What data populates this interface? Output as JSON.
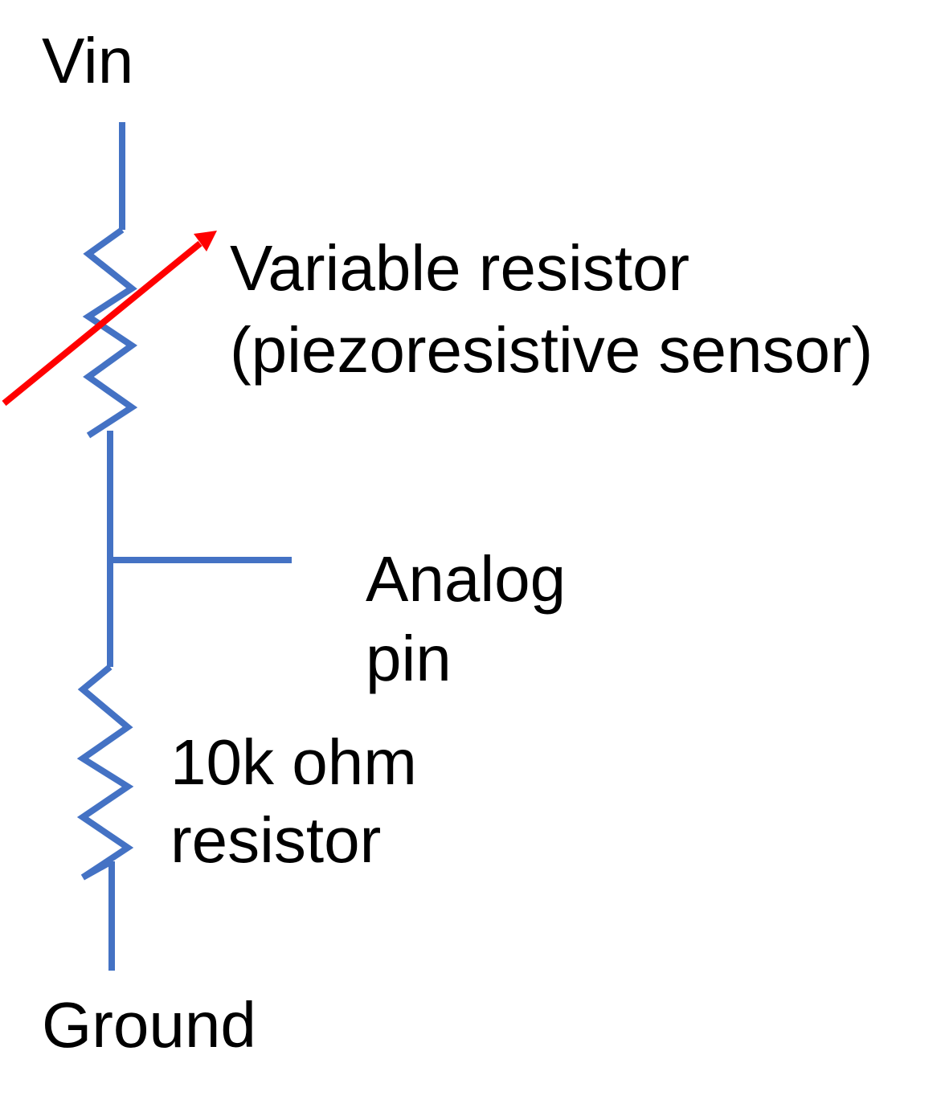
{
  "colors": {
    "wire": "#4472C4",
    "arrow": "#FF0000",
    "text": "#000000",
    "background": "#FFFFFF"
  },
  "labels": {
    "vin": "Vin",
    "variable_resistor_line1": "Variable resistor",
    "variable_resistor_line2": "(piezoresistive sensor)",
    "analog_line1": "Analog",
    "analog_line2": "pin",
    "fixed_resistor_line1": "10k ohm",
    "fixed_resistor_line2": "resistor",
    "ground": "Ground"
  },
  "components": {
    "top_resistor": "variable-resistor",
    "bottom_resistor": "fixed-resistor",
    "arrow_icon": "variable-arrow-icon"
  }
}
